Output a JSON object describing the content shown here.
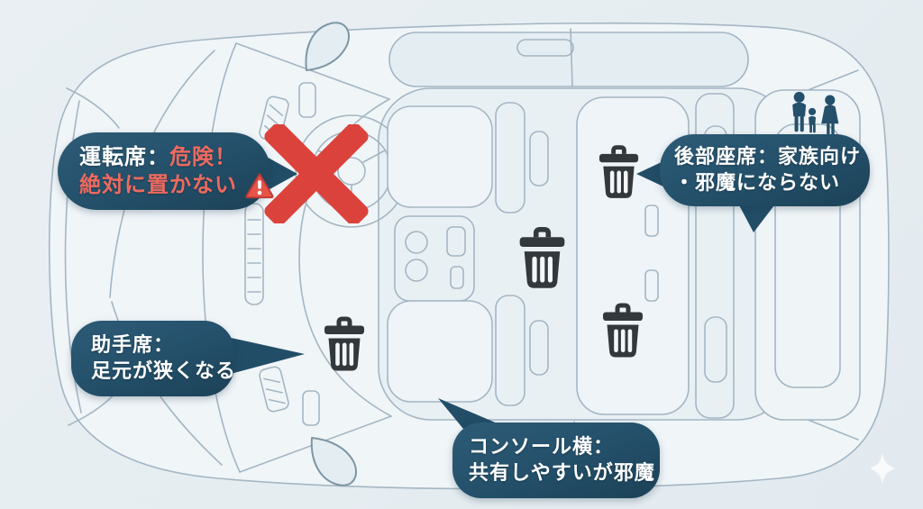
{
  "callouts": {
    "driver": {
      "seat_label": "運転席：",
      "danger_label": "危険！",
      "line2": "絶対に置かない"
    },
    "rear_seat": {
      "line1": "後部座席：家族向け",
      "line2": "・邪魔にならない"
    },
    "passenger": {
      "line1": "助手席：",
      "line2": "足元が狭くなる"
    },
    "console": {
      "line1": "コンソール横：",
      "line2": "共有しやすいが邪魔"
    }
  },
  "icons": {
    "trash_bin": {
      "name": "trash-bin-icon",
      "glyph": "🗑",
      "count": 4,
      "color": "#33383c"
    },
    "warning_triangle": {
      "name": "warning-triangle-icon",
      "glyph": "⚠",
      "color": "#e5544b"
    },
    "prohibition_x": {
      "name": "red-x-icon",
      "glyph": "✕",
      "color": "#dc423c"
    },
    "family": {
      "name": "family-icon",
      "color": "#24506b"
    },
    "sparkle": {
      "name": "sparkle-icon",
      "glyph": "✦",
      "color": "#ffffff"
    }
  },
  "colors": {
    "background": "#e8eef2",
    "bubble": "#24506b",
    "bubble_text": "#ffffff",
    "danger_text": "#ee6a5f",
    "car_outline": "#a4b6c3"
  }
}
